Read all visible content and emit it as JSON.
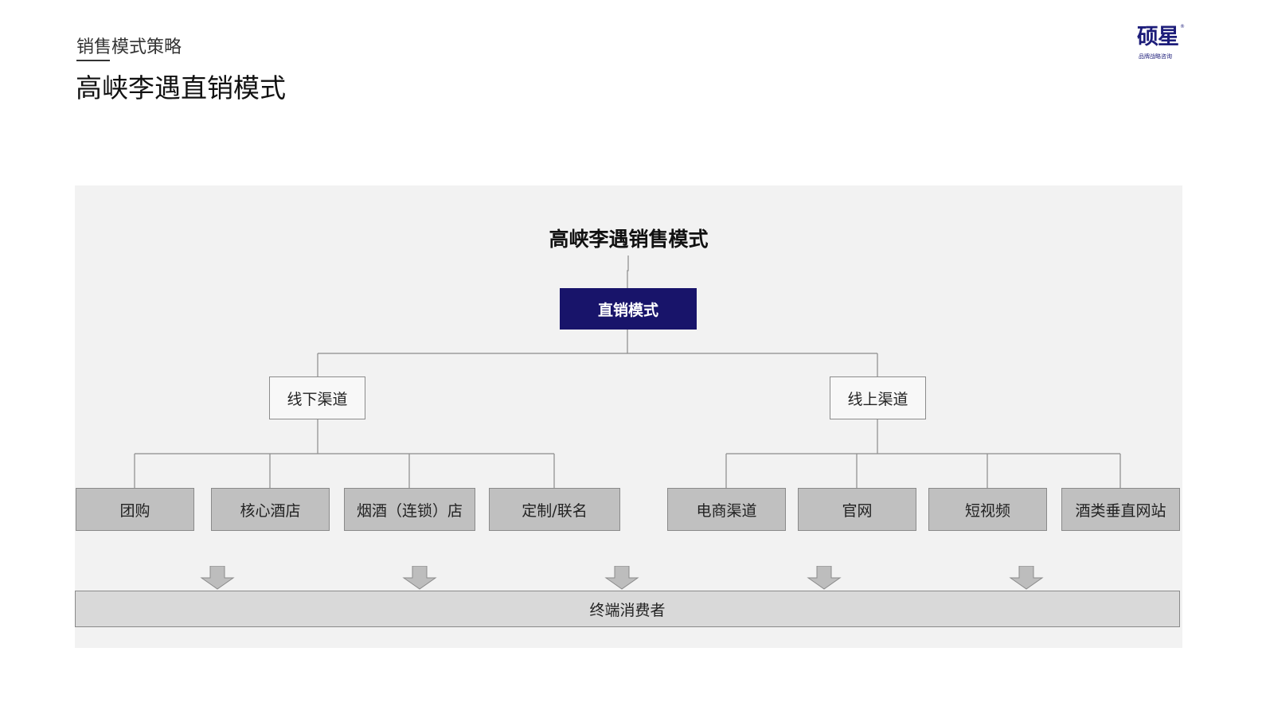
{
  "header": {
    "subtitle": "销售模式策略",
    "title": "高峡李遇直销模式"
  },
  "logo": {
    "mark": "硕星",
    "registered": "®",
    "tagline": "品牌战略咨询"
  },
  "diagram": {
    "title": "高峡李遇销售模式",
    "root": "直销模式",
    "offline": {
      "label": "线下渠道",
      "items": [
        "团购",
        "核心酒店",
        "烟酒（连锁）店",
        "定制/联名"
      ]
    },
    "online": {
      "label": "线上渠道",
      "items": [
        "电商渠道",
        "官网",
        "短视频",
        "酒类垂直网站"
      ]
    },
    "target": "终端消费者",
    "colors": {
      "root": "#18146a",
      "leaf": "#c0c0c0",
      "background": "#f2f2f2",
      "target": "#d9d9d9"
    }
  }
}
